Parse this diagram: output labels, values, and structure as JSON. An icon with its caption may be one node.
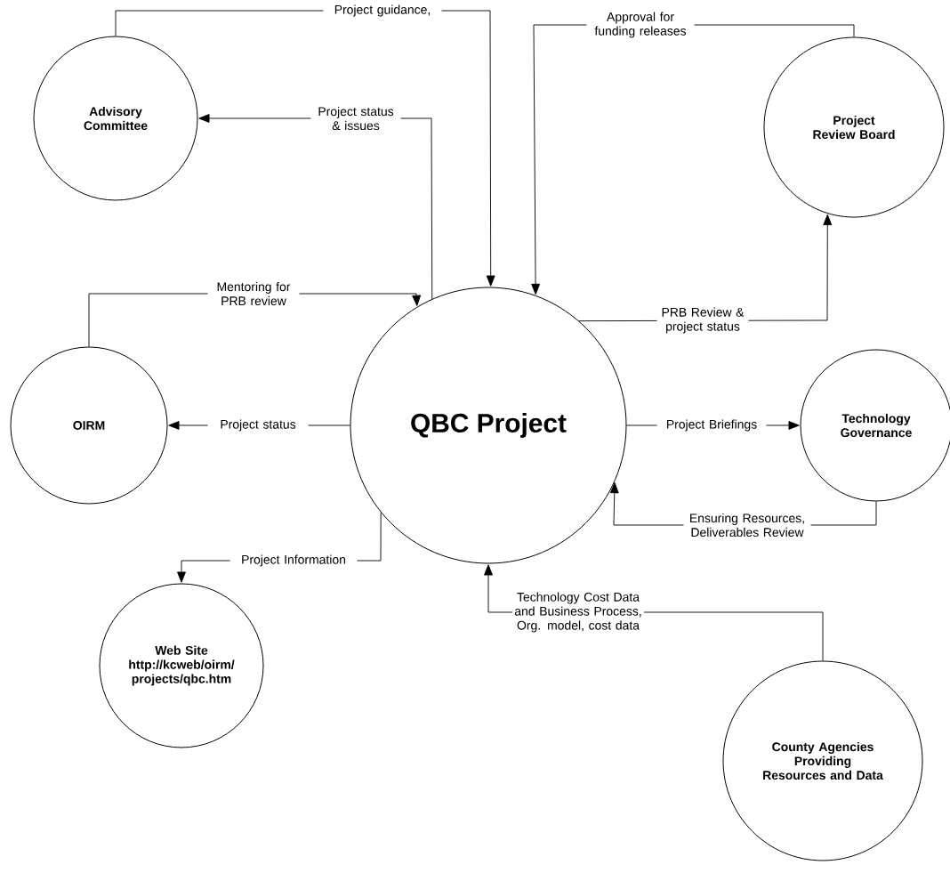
{
  "diagram": {
    "nodes": [
      {
        "text": [
          "Advisory Committee"
        ]
      },
      {
        "text": [
          "Project Review Board"
        ]
      },
      {
        "text": [
          "OIRM"
        ]
      },
      {
        "text": [
          "QBC Project"
        ]
      },
      {
        "text": [
          "Technology Governance"
        ]
      },
      {
        "text": [
          "Web Site",
          "http://kcweb/oirm/ projects/qbc.htm"
        ]
      },
      {
        "text": [
          "County Agencies Providing Resources and Data"
        ]
      }
    ],
    "edges": [
      {
        "from": 0,
        "to": 3,
        "arrow": "to",
        "label": "Project guidance,"
      },
      {
        "from": 1,
        "to": 3,
        "arrow": "to",
        "label": "Approval for funding releases"
      },
      {
        "from": 3,
        "to": 0,
        "arrow": "to",
        "label": "Project status & issues"
      },
      {
        "from": 2,
        "to": 3,
        "arrow": "to",
        "label": "Mentoring for PRB review"
      },
      {
        "from": 3,
        "to": 1,
        "arrow": "to",
        "label": "PRB Review & project status"
      },
      {
        "from": 3,
        "to": 2,
        "arrow": "to",
        "label": "Project status"
      },
      {
        "from": 3,
        "to": 4,
        "arrow": "to",
        "label": "Project Briefings"
      },
      {
        "from": 4,
        "to": 3,
        "arrow": "to",
        "label": "Ensuring Resources, Deliverables Review"
      },
      {
        "from": 3,
        "to": 5,
        "arrow": "to",
        "label": "Project Information"
      },
      {
        "from": 6,
        "to": 3,
        "arrow": "to",
        "label": "Technology Cost Data and Business Process, Org. model, cost data"
      }
    ]
  }
}
